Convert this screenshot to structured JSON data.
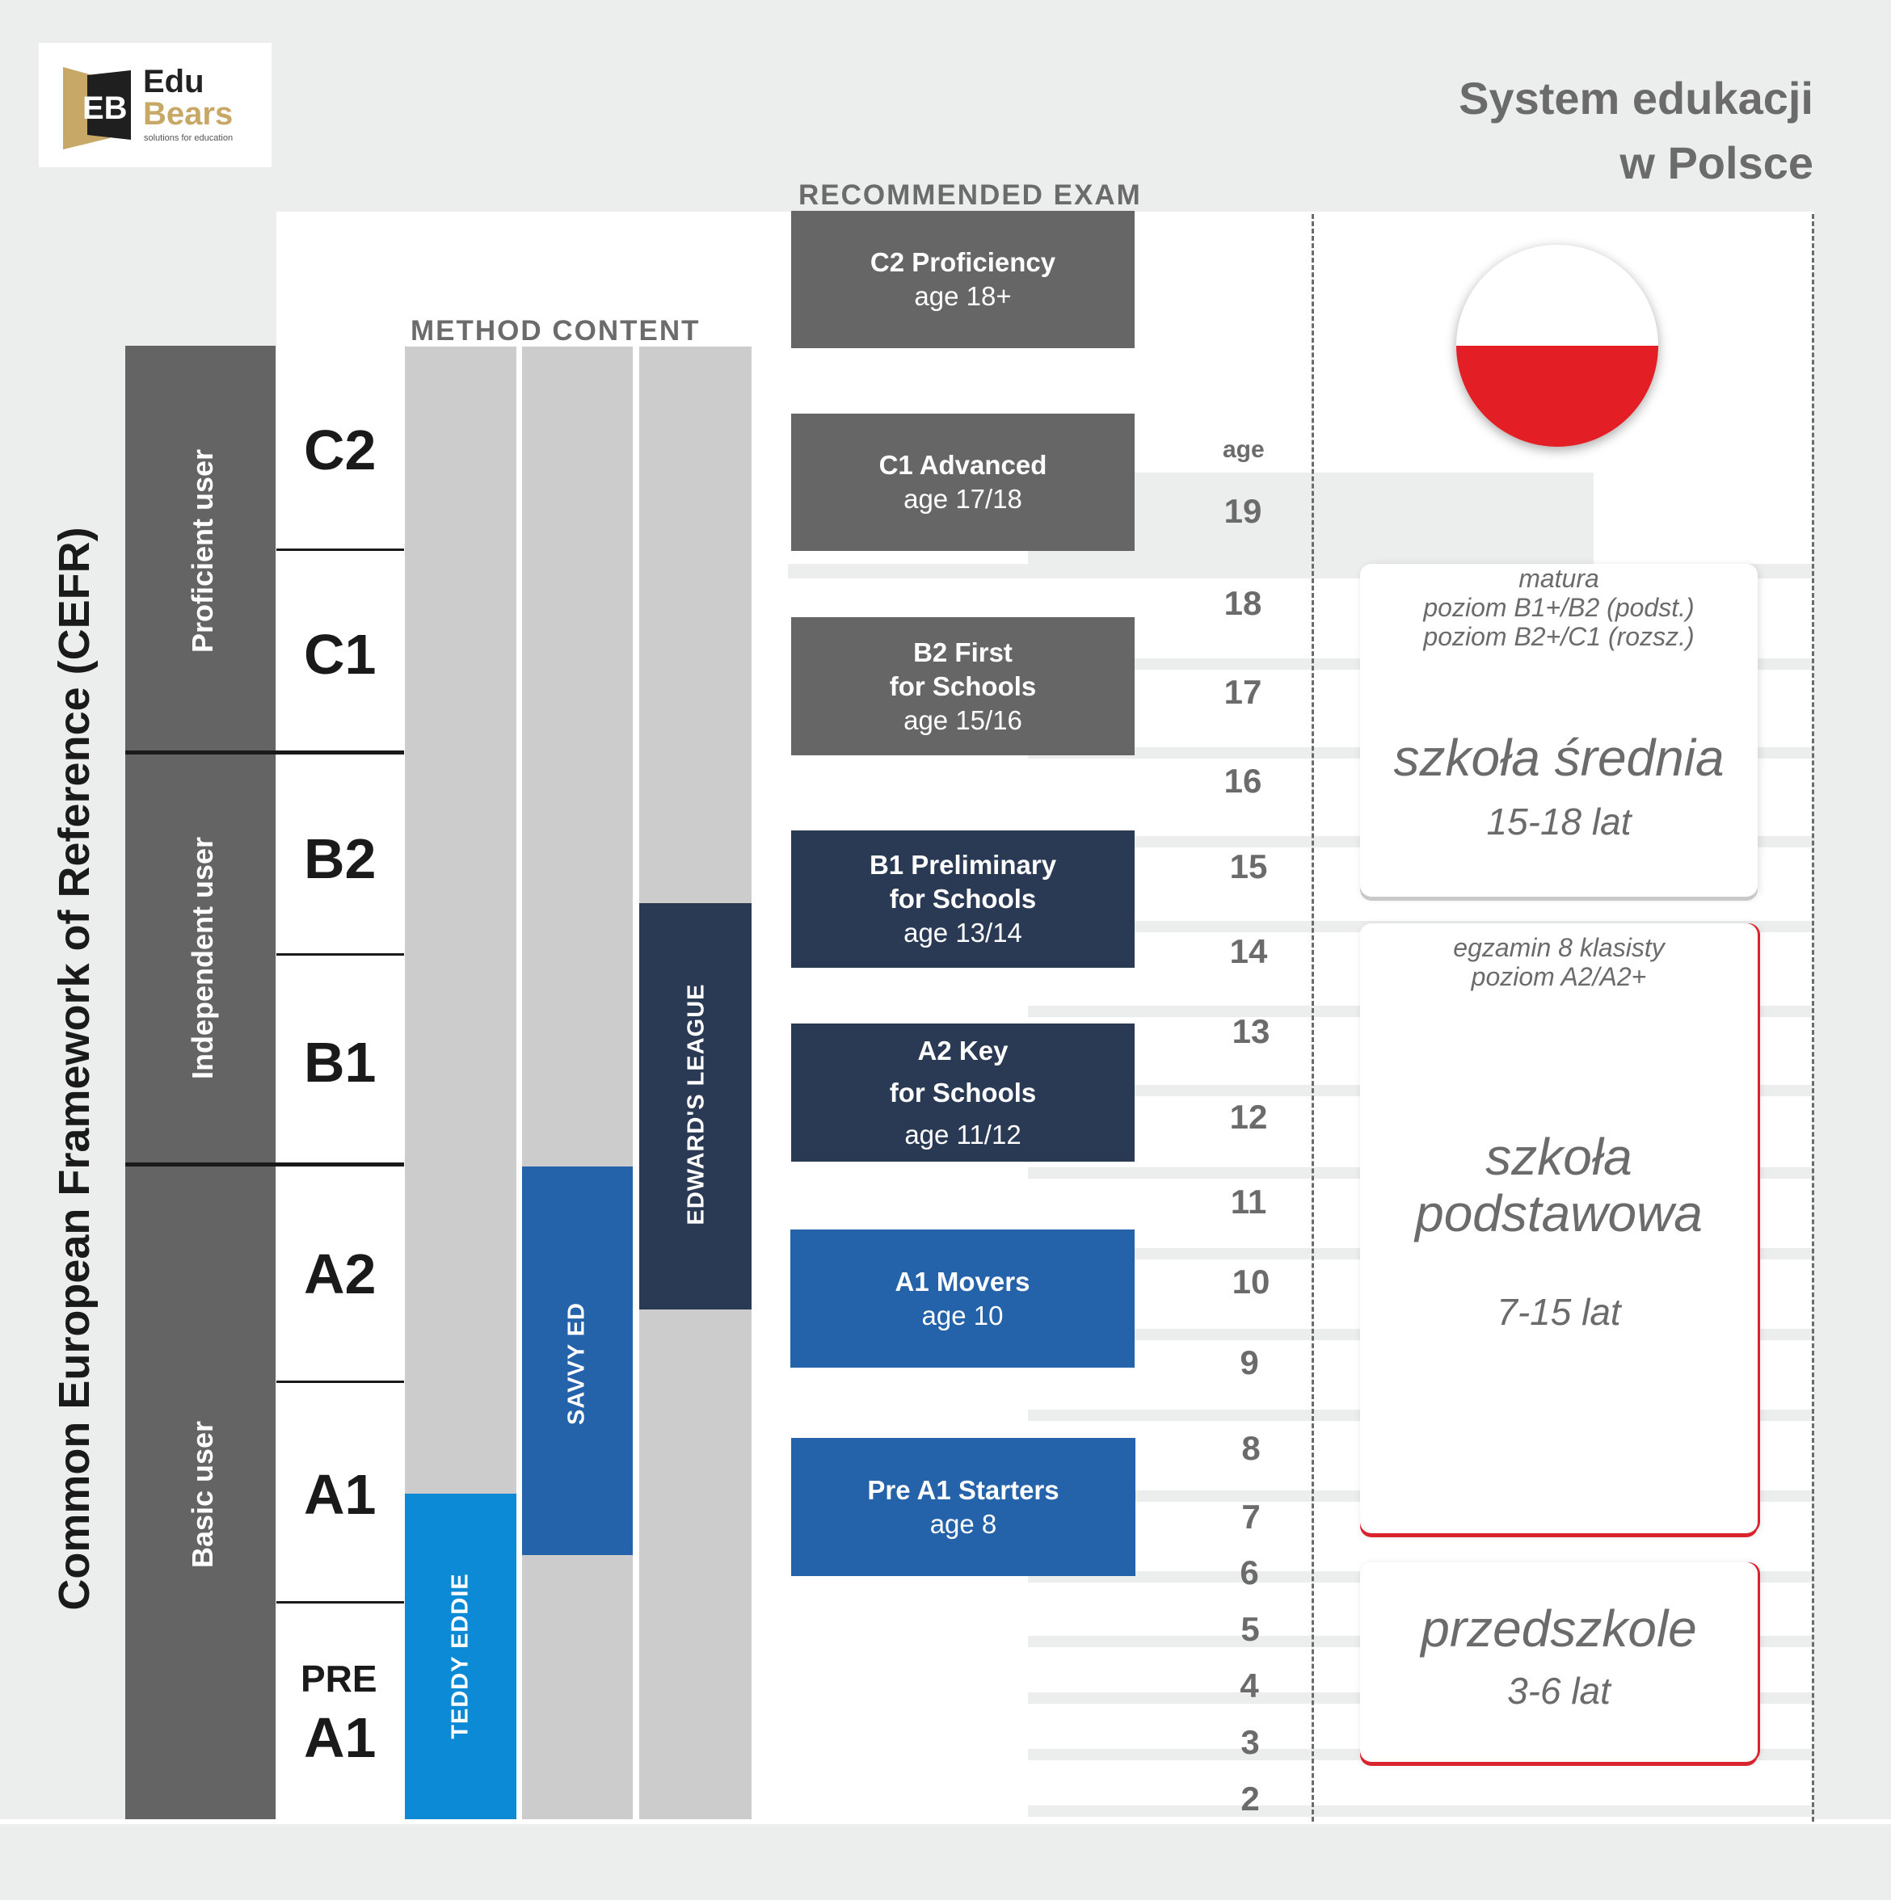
{
  "logo": {
    "monogram": "EB",
    "word1": "Edu",
    "word2": "Bears",
    "tagline": "solutions for education"
  },
  "title": {
    "line1": "System edukacji",
    "line2": "w Polsce"
  },
  "headers": {
    "recommended_exam": "RECOMMENDED EXAM",
    "method_content": "METHOD CONTENT",
    "age": "age"
  },
  "cefr": {
    "framework": "Common European Framework of Reference (CEFR)",
    "groups": [
      "Proficient user",
      "Independent user",
      "Basic user"
    ],
    "levels": [
      "C2",
      "C1",
      "B2",
      "B1",
      "A2",
      "A1",
      "PRE",
      "A1"
    ]
  },
  "method_series": [
    "TEDDY EDDIE",
    "SAVVY ED",
    "EDWARD'S LEAGUE"
  ],
  "exams": [
    {
      "name": "C2 Proficiency",
      "age": "age 18+"
    },
    {
      "name": "C1 Advanced",
      "age": "age 17/18"
    },
    {
      "name": "B2 First",
      "name2": "for Schools",
      "age": "age 15/16"
    },
    {
      "name": "B1 Preliminary",
      "name2": "for Schools",
      "age": "age 13/14"
    },
    {
      "name": "A2 Key",
      "name2": "for Schools",
      "age": "age 11/12"
    },
    {
      "name": "A1 Movers",
      "age": "age 10"
    },
    {
      "name": "Pre A1 Starters",
      "age": "age 8"
    }
  ],
  "ages": [
    "19",
    "18",
    "17",
    "16",
    "15",
    "14",
    "13",
    "12",
    "11",
    "10",
    "9",
    "8",
    "7",
    "6",
    "5",
    "4",
    "3",
    "2"
  ],
  "schools": {
    "secondary": {
      "note1": "matura",
      "note2": "poziom B1+/B2 (podst.)",
      "note3": "poziom B2+/C1 (rozsz.)",
      "name": "szkoła średnia",
      "ages": "15-18 lat"
    },
    "primary": {
      "note1": "egzamin 8 klasisty",
      "note2": "poziom A2/A2+",
      "name1": "szkoła",
      "name2": "podstawowa",
      "ages": "7-15 lat"
    },
    "preschool": {
      "name": "przedszkole",
      "ages": "3-6 lat"
    }
  },
  "colors": {
    "dark_gray": "#646464",
    "navy": "#2a3a55",
    "blue": "#2462aa",
    "light_blue": "#0d8ad6",
    "red": "#e31e24",
    "gold": "#c8a866"
  }
}
